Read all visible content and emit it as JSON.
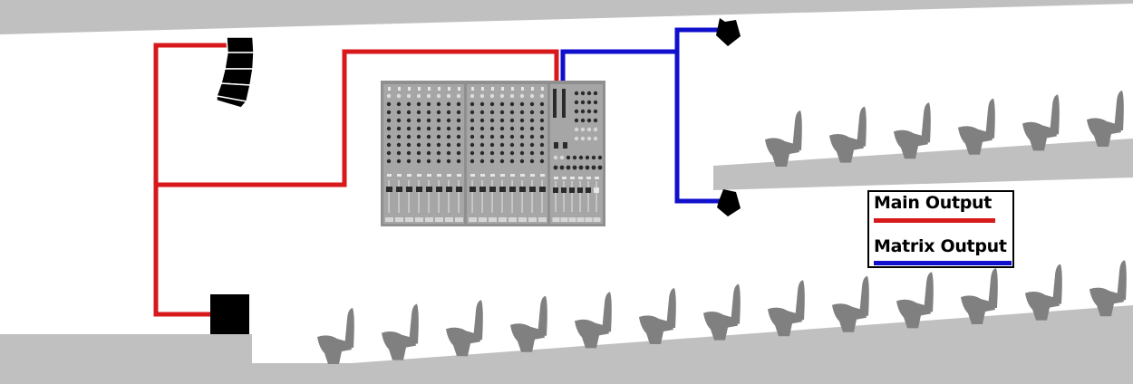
{
  "colors": {
    "main_output": "#d7191c",
    "matrix_output": "#1010cc",
    "structure": "#c0c0c0",
    "seat": "#808080",
    "speaker": "#000000",
    "mixer_body": "#8f8f8f",
    "mixer_panel": "#a6a6a6",
    "mixer_dark": "#2a2a2a",
    "mixer_light": "#e6e6e6"
  },
  "icons": {
    "line_array": "line-array-speaker-icon",
    "subwoofer": "subwoofer-icon",
    "fill_speaker": "fill-speaker-icon",
    "mixer": "mixing-console-icon",
    "seat": "theater-seat-icon"
  },
  "legend": {
    "items": [
      {
        "label": "Main Output",
        "color": "#d7191c"
      },
      {
        "label": "Matrix Output",
        "color": "#1010cc"
      }
    ]
  },
  "mixer": {
    "input_channels": 16,
    "master_channels": 6
  },
  "seating": {
    "upper_row_seats": 6,
    "lower_row_seats": 13
  }
}
